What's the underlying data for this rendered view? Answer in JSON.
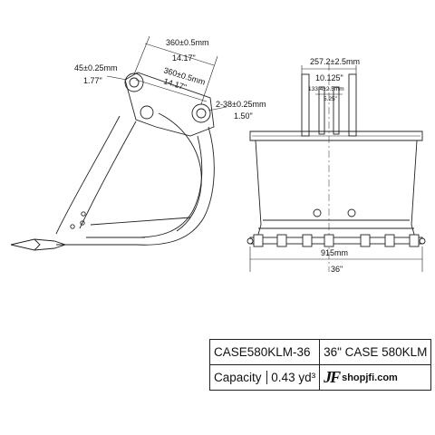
{
  "side_view": {
    "dim_pin_spacing_1": {
      "mm": "360±0.5mm",
      "in": "14.17\""
    },
    "dim_pin_spacing_2": {
      "mm": "360±0.5mm",
      "in": "14.17\""
    },
    "dim_pin_dia_left": {
      "mm": "45±0.25mm",
      "in": "1.77\""
    },
    "dim_pin_dia_right": {
      "mm": "2-38±0.25mm",
      "in": "1.50\""
    }
  },
  "front_view": {
    "dim_ear_outer": {
      "mm": "257.2±2.5mm",
      "in": "10.125\""
    },
    "dim_ear_inner": {
      "mm": "133.4±2.5mm",
      "in": "5.25\""
    },
    "dim_width": {
      "mm": "915mm",
      "in": "36\""
    }
  },
  "spec_table": {
    "model_code": "CASE580KLM-36",
    "description": "36\" CASE 580KLM",
    "capacity_label": "Capacity",
    "capacity_value": "0.43 yd³",
    "brand_logo": "JF",
    "brand_site": "shopjfi.com"
  }
}
